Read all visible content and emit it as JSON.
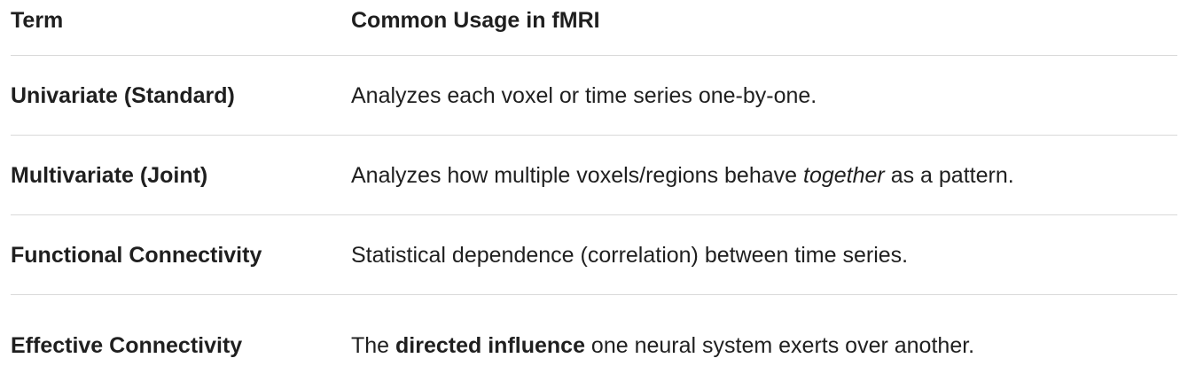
{
  "table": {
    "headers": {
      "term": "Term",
      "usage": "Common Usage in fMRI"
    },
    "rows": [
      {
        "term": "Univariate (Standard)",
        "usage": "Analyzes each voxel or time series one-by-one."
      },
      {
        "term": "Multivariate (Joint)",
        "usage_pre": "Analyzes how multiple voxels/regions behave ",
        "usage_em": "together",
        "usage_post": " as a pattern."
      },
      {
        "term": "Functional Connectivity",
        "usage": "Statistical dependence (correlation) between time series."
      },
      {
        "term": "Effective Connectivity",
        "usage_pre": "The ",
        "usage_strong": "directed influence",
        "usage_post": " one neural system exerts over another."
      }
    ]
  }
}
